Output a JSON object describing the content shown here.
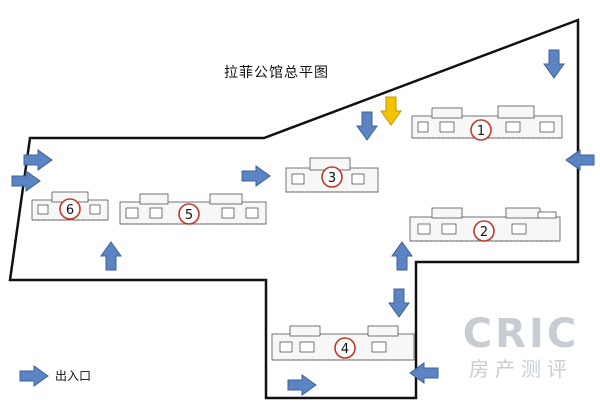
{
  "title": "拉菲公馆总平图",
  "legend": {
    "label": "出入口",
    "icon": "arrow-right-icon"
  },
  "buildings": [
    {
      "number": "1"
    },
    {
      "number": "2"
    },
    {
      "number": "3"
    },
    {
      "number": "4"
    },
    {
      "number": "5"
    },
    {
      "number": "6"
    }
  ],
  "watermark": {
    "main": "CRIC",
    "sub": "房产测评"
  },
  "colors": {
    "arrow_fill": "#5b84c4",
    "arrow_stroke": "#3f6296",
    "highlight_arrow_fill": "#f5c400",
    "highlight_arrow_stroke": "#c79400",
    "marker_stroke": "#c0392b",
    "boundary": "#111111",
    "building_line": "#555555"
  }
}
